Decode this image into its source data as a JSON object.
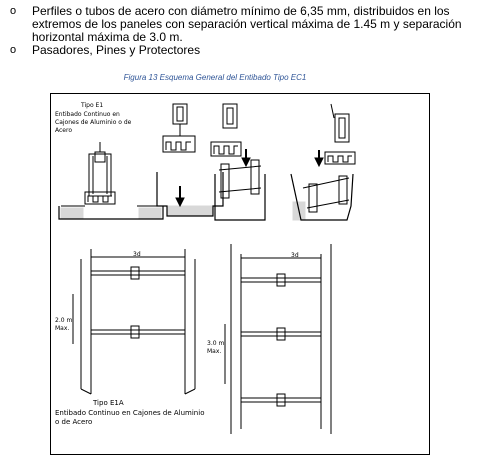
{
  "bullets": [
    {
      "marker": "o",
      "text": "Perfiles o tubos de acero con diámetro mínimo de 6,35 mm, distribuidos en los extremos de los paneles con separación vertical máxima de 1.45 m y separación horizontal máxima de 3.0 m."
    },
    {
      "marker": "o",
      "text": "Pasadores, Pines y Protectores"
    }
  ],
  "caption": "Figura 13 Esquema General del Entibado Tipo EC1",
  "figure": {
    "type_e1": "Tipo E1",
    "type_e1_desc": "Entibado Continuo en Cajones de Aluminio  o de Acero",
    "dim_left_top": "3d",
    "dim_right_top": "3d",
    "dim_left_side": "2.0 m Max.",
    "dim_right_side": "3.0 m Max.",
    "type_e1a": "Tipo E1A",
    "type_e1a_desc": "Entibado Continuo en Cajones de Aluminio   o de Acero"
  },
  "colors": {
    "caption": "#2f5597",
    "line": "#000000"
  }
}
